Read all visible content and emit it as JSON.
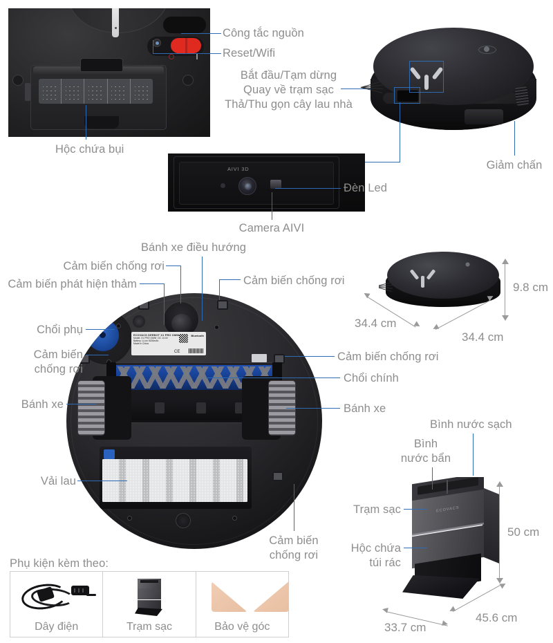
{
  "labels": {
    "power_switch": "Công tắc nguồn",
    "reset_wifi": "Reset/Wifi",
    "button_functions_line1": "Bắt đầu/Tạm dừng",
    "button_functions_line2": "Quay về trạm sạc",
    "button_functions_line3": "Thả/Thu gọn cây lau nhà",
    "dustbin": "Hộc chứa bụi",
    "bumper": "Giảm chấn",
    "led_light": "Đèn Led",
    "camera_aivi": "Camera AIVI",
    "camera_module_text": "AIVI 3D",
    "caster_wheel": "Bánh xe điều hướng",
    "cliff_sensor_top_left": "Cảm biến chống rơi",
    "carpet_sensor": "Cảm biến phát hiện thảm",
    "cliff_sensor_top_right": "Cảm biến chống rơi",
    "side_brush": "Chổi phụ",
    "cliff_sensor_left_line1": "Cảm biến",
    "cliff_sensor_left_line2": "chống rơi",
    "cliff_sensor_right": "Cảm biến chống rơi",
    "main_brush": "Chổi chính",
    "wheel_left": "Bánh xe",
    "wheel_right": "Bánh xe",
    "mop_cloth": "Vải lau",
    "cliff_sensor_bottom_line1": "Cảm biến",
    "cliff_sensor_bottom_line2": "chống rơi",
    "clean_water_tank": "Bình nước sạch",
    "dirty_water_tank_line1": "Bình",
    "dirty_water_tank_line2": "nước bẩn",
    "charging_dock": "Trạm sạc",
    "dust_bag_compartment_line1": "Hộc chứa",
    "dust_bag_compartment_line2": "túi rác"
  },
  "dimensions": {
    "robot_height": "9.8 cm",
    "robot_width": "34.4 cm",
    "robot_depth": "34.4 cm",
    "dock_height": "50 cm",
    "dock_width": "33.7 cm",
    "dock_depth": "45.6 cm"
  },
  "accessories": {
    "title": "Phụ kiện kèm theo:",
    "items": [
      {
        "name": "Dây điện"
      },
      {
        "name": "Trạm sạc"
      },
      {
        "name": "Bảo vệ góc"
      }
    ]
  },
  "colors": {
    "leader_line": "#2d6cb5",
    "label_text": "#8d8d8d",
    "background": "#ffffff",
    "accent_red": "#e02a20",
    "brush_blue": "#1e4fb0"
  }
}
